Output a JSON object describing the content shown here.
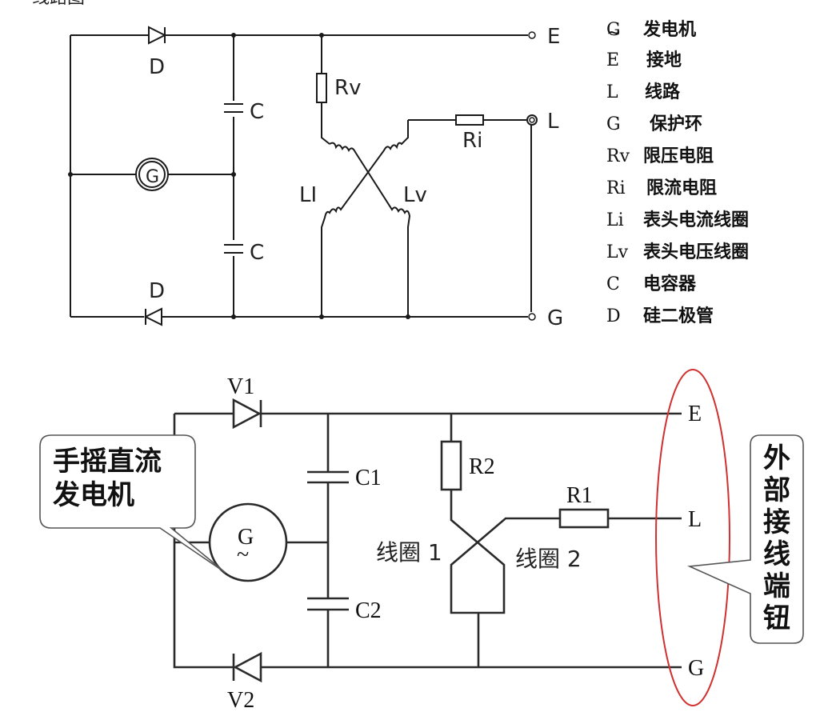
{
  "top": {
    "title_fragment": "线路图",
    "terminals": {
      "E": "E",
      "L": "L",
      "G": "G"
    },
    "labels": {
      "D_top": "D",
      "D_bottom": "D",
      "C_top": "C",
      "C_bottom": "C",
      "Rv": "Rv",
      "Ri": "Ri",
      "Li": "LI",
      "Lv": "Lv",
      "gen": "G"
    },
    "legend": [
      {
        "sym": "G",
        "desc": "发电机"
      },
      {
        "sym": "E",
        "desc": "接地"
      },
      {
        "sym": "L",
        "desc": "线路"
      },
      {
        "sym": "G",
        "desc": "保护环"
      },
      {
        "sym": "Rv",
        "desc": "限压电阻"
      },
      {
        "sym": "Ri",
        "desc": "限流电阻"
      },
      {
        "sym": "Li",
        "desc": "表头电流线圈"
      },
      {
        "sym": "Lv",
        "desc": "表头电压线圈"
      },
      {
        "sym": "C",
        "desc": "电容器"
      },
      {
        "sym": "D",
        "desc": "硅二极管"
      }
    ]
  },
  "bottom": {
    "labels": {
      "V1": "V1",
      "V2": "V2",
      "C1": "C1",
      "C2": "C2",
      "R2": "R2",
      "R1": "R1",
      "coil1": "线圈 1",
      "coil2": "线圈 2",
      "gen": "G",
      "gen_sym": "~"
    },
    "terminals": {
      "E": "E",
      "L": "L",
      "G": "G"
    },
    "callout_left": [
      "手摇直流",
      "发电机"
    ],
    "callout_right": [
      "外",
      "部",
      "接",
      "线",
      "端",
      "钮"
    ],
    "ellipse_color": "#d03030"
  }
}
